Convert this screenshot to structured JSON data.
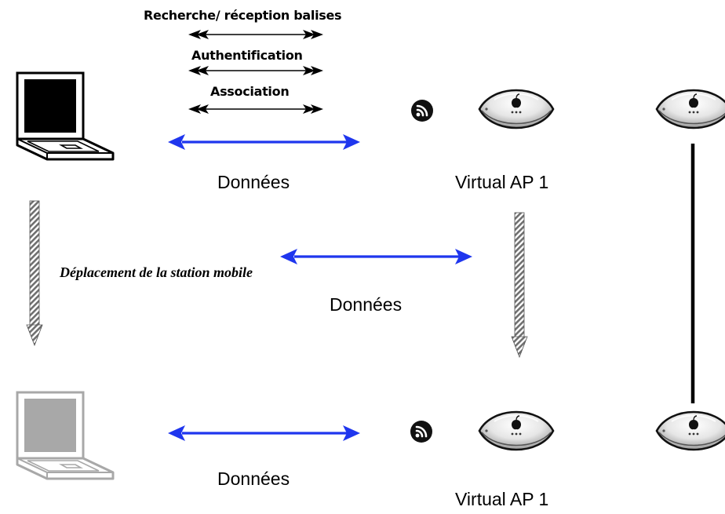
{
  "steps": {
    "scan": "Recherche/ réception balises",
    "auth": "Authentification",
    "assoc": "Association"
  },
  "labels": {
    "data_top": "Données",
    "data_middle": "Données",
    "data_bottom": "Données",
    "ap_top": "Virtual AP 1",
    "ap_bottom": "Virtual AP 1",
    "movement": "Déplacement de la station mobile"
  },
  "colors": {
    "data_arrow": "#1f36ee",
    "laptop_active": "#000000",
    "laptop_moved": "#a8a8a8",
    "wifi_badge": "#111111",
    "wired_link": "#000000"
  },
  "icons": [
    "laptop-icon",
    "wifi-icon",
    "access-point-icon",
    "hatched-down-arrow-icon"
  ]
}
